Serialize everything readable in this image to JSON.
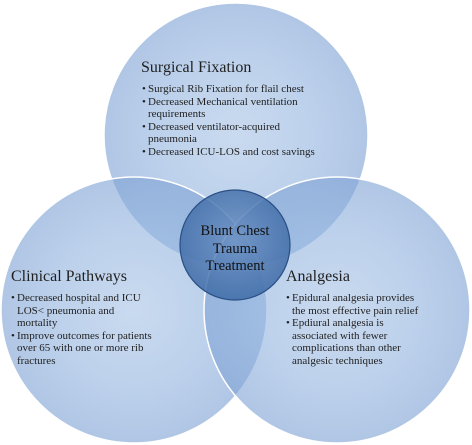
{
  "colors": {
    "circle_fill": "#7FA6D6",
    "circle_edge": "#5B84BC",
    "center_fill": "#3D6BAA",
    "center_edge": "#1E3F6C",
    "text": "#1f1f1f"
  },
  "center": {
    "lines": [
      "Blunt Chest",
      "Trauma",
      "Treatment"
    ]
  },
  "surgical": {
    "title": "Surgical Fixation",
    "bullets": [
      {
        "lines": [
          "Surgical Rib Fixation for flail chest"
        ]
      },
      {
        "lines": [
          "Decreased Mechanical ventilation",
          "requirements"
        ]
      },
      {
        "lines": [
          "Decreased ventilator-acquired",
          "pneumonia"
        ]
      },
      {
        "lines": [
          "Decreased ICU-LOS and cost savings"
        ]
      }
    ]
  },
  "clinical": {
    "title": "Clinical Pathways",
    "bullets": [
      {
        "lines": [
          "Decreased hospital and ICU",
          "LOS< pneumonia and",
          "mortality"
        ]
      },
      {
        "lines": [
          "Improve outcomes for patients",
          "over 65 with one or more rib",
          "fractures"
        ]
      }
    ]
  },
  "analgesia": {
    "title": "Analgesia",
    "bullets": [
      {
        "lines": [
          "Epidural analgesia provides",
          "the most effective pain relief"
        ]
      },
      {
        "lines": [
          "Epdiural analgesia is",
          "associated with fewer",
          "complications than other",
          "analgesic techniques"
        ]
      }
    ]
  }
}
